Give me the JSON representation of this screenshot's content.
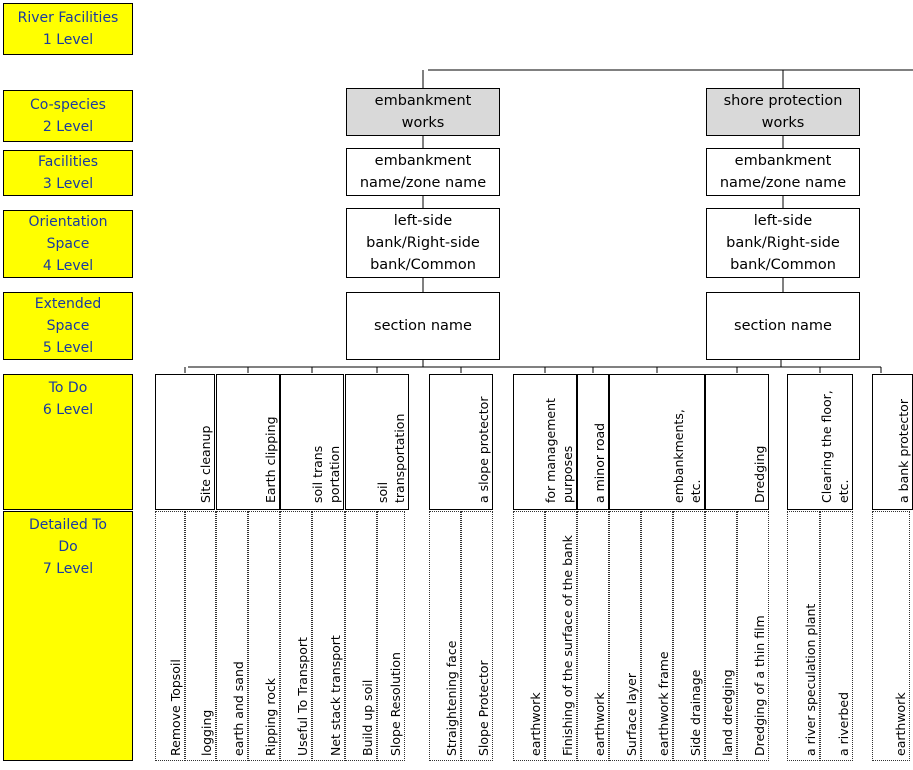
{
  "levels": [
    {
      "lines": [
        "River Facilities",
        "1 Level"
      ]
    },
    {
      "lines": [
        "Co-species",
        "2 Level"
      ]
    },
    {
      "lines": [
        "Facilities",
        "3 Level"
      ]
    },
    {
      "lines": [
        "Orientation",
        "Space",
        "4 Level"
      ]
    },
    {
      "lines": [
        "Extended",
        "Space",
        "5 Level"
      ]
    },
    {
      "lines": [
        "To Do",
        "6 Level"
      ]
    },
    {
      "lines": [
        "Detailed To",
        "Do",
        "7 Level"
      ]
    }
  ],
  "columns": [
    {
      "co_species": [
        "embankment",
        "works"
      ],
      "facility": [
        "embankment",
        "name/zone name"
      ],
      "orientation": [
        "left-side",
        "bank/Right-side",
        "bank/Common"
      ],
      "extended": [
        "section name"
      ]
    },
    {
      "co_species": [
        "shore protection",
        "works"
      ],
      "facility": [
        "embankment",
        "name/zone name"
      ],
      "orientation": [
        "left-side",
        "bank/Right-side",
        "bank/Common"
      ],
      "extended": [
        "section name"
      ]
    }
  ],
  "todo": [
    [
      "Site cleanup"
    ],
    [
      "Earth clipping"
    ],
    [
      "soil trans",
      "portation"
    ],
    [
      "soil",
      "transportation"
    ],
    [
      "a slope protector"
    ],
    [
      "for management",
      "purposes"
    ],
    [
      "a minor road"
    ],
    [
      "embankments,",
      "etc."
    ],
    [
      "Dredging"
    ],
    [
      "Clearing the floor,",
      "etc."
    ],
    [
      "a bank protector"
    ]
  ],
  "detailed": [
    "Remove Topsoil",
    "logging",
    "earth and sand",
    "Ripping rock",
    "Useful To Transport",
    "Net stack transport",
    "Build up soil",
    "Slope Resolution",
    "Straightening face",
    "Slope Protector",
    "earthwork",
    "Finishing of the surface of the bank",
    "earthwork",
    "Surface layer",
    "earthwork frame",
    "Side drainage",
    "land dredging",
    "Dredging of a thin film",
    "a river speculation plant",
    "a riverbed",
    "earthwork"
  ]
}
